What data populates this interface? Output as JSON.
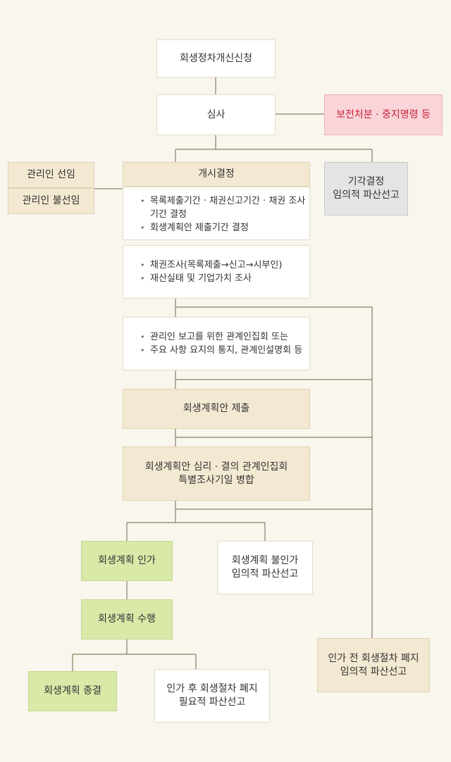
{
  "nodes": {
    "application": "회생정차개신신청",
    "review": "심사",
    "preservation": "보전처분 · 중지명령 등",
    "appoint_manager": "관리인 선임",
    "no_appoint_manager": "관리인 불선임",
    "commencement": "개시결정",
    "commencement_items": [
      "목록제출기간 · 채권신고기간 · 채권 조사 기간 결정",
      "회생계획안 제출기간 결정"
    ],
    "dismissal": [
      "기각결정",
      "임의적 파산선고"
    ],
    "investigation_items": [
      "채권조사(목록제출→신고→시부인)",
      "재산실태 및 기업가치 조사"
    ],
    "meeting_items": [
      "관리인 보고를 위한 관계인집회 또는",
      "주요 사항 요지의 통지, 관계인설명회 등"
    ],
    "plan_submission": "회생계획안 제출",
    "plan_review": [
      "회생계획안 심리 · 결의 관계인집회",
      "특별조사기일 병합"
    ],
    "plan_approval": "회생계획 인가",
    "plan_disapproval": [
      "회생계획 불인가",
      "임의적 파산선고"
    ],
    "plan_execution": "회생계획 수행",
    "plan_termination": "회생계획 종결",
    "abolish_after": [
      "인가 후 회생절차 폐지",
      "필요적 파산선고"
    ],
    "abolish_before": [
      "인가 전 회생절차 폐지",
      "임의적 파산선고"
    ]
  },
  "colors": {
    "background": "#f9f6ee",
    "line": "#8a7d62",
    "beige_box": "#f3e9d2",
    "green_box": "#d8e9a8",
    "pink_box": "#f9d4d9",
    "pink_text": "#c8243c",
    "gray_box": "#e4e4e4"
  }
}
